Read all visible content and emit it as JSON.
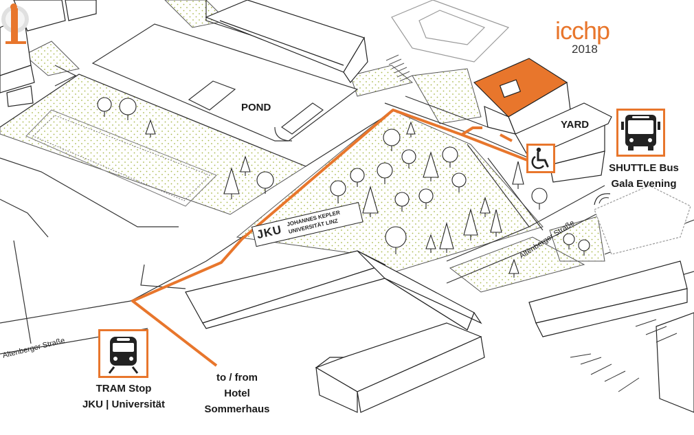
{
  "logo": {
    "text": "icchp",
    "year": "2018"
  },
  "labels": {
    "pond": "POND",
    "yard": "YARD",
    "shuttle_line1": "SHUTTLE Bus",
    "shuttle_line2": "Gala Evening",
    "tram_line1": "TRAM Stop",
    "tram_line2": "JKU | Universität",
    "route_line1": "to / from",
    "route_line2": "Hotel",
    "route_line3": "Sommerhaus"
  },
  "roads": {
    "west": "Altenberger Straße",
    "east": "Altenberger Straße"
  },
  "sign": {
    "mark": "JKU",
    "name_line1": "JOHANNES KEPLER",
    "name_line2": "UNIVERSITÄT LINZ"
  },
  "icons": {
    "tram": "tram-icon",
    "bus": "bus-icon",
    "wheelchair": "wheelchair-icon"
  },
  "colors": {
    "accent": "#e8762c",
    "building_highlight": "#e8762c",
    "park_dots": "#a8b84a",
    "line": "#333333"
  }
}
